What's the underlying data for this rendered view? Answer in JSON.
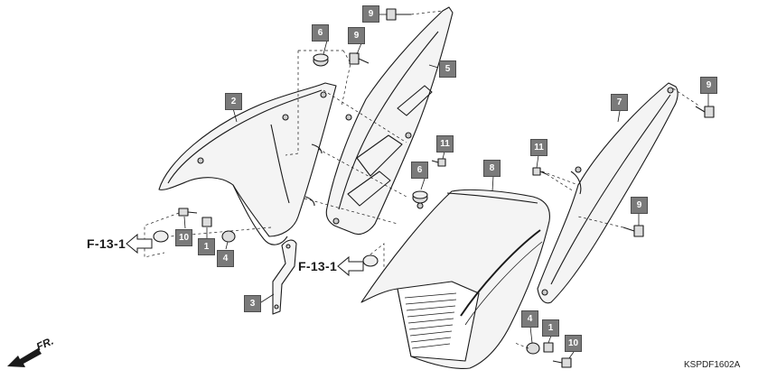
{
  "callouts": {
    "c9_top": "9",
    "c6_top": "6",
    "c9_mid": "9",
    "c5": "5",
    "c2": "2",
    "c11_mid": "11",
    "c6_mid": "6",
    "c8": "8",
    "c11_right": "11",
    "c7": "7",
    "c9_topright": "9",
    "c9_right": "9",
    "c10_left": "10",
    "c1_left": "1",
    "c4_left": "4",
    "c3": "3",
    "c4_bottom": "4",
    "c1_bottom": "1",
    "c10_bottom": "10"
  },
  "references": {
    "left": "F-13-1",
    "center": "F-13-1"
  },
  "front_label": "FR.",
  "doc_code": "KSPDF1602A",
  "colors": {
    "callout_bg": "#7a7a7a",
    "line": "#1a1a1a"
  }
}
